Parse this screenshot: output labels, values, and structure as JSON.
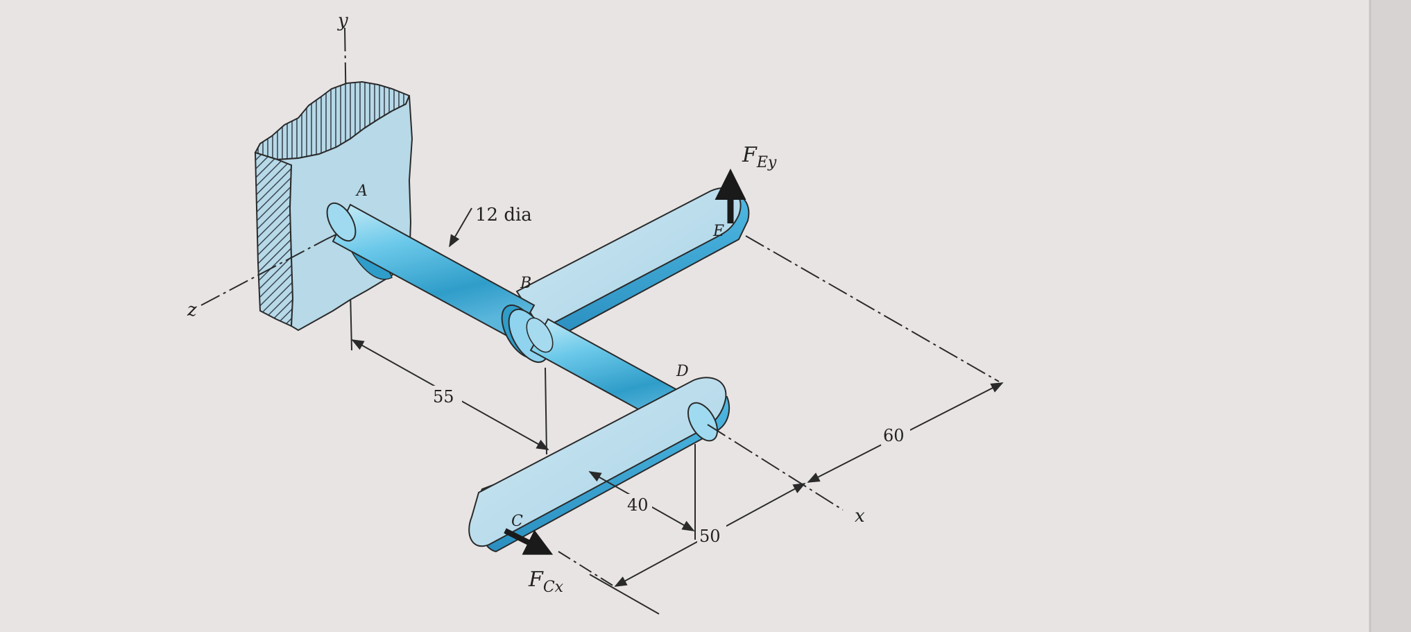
{
  "figure": {
    "axes": {
      "x": "x",
      "y": "y",
      "z": "z"
    },
    "points": {
      "A": "A",
      "B": "B",
      "C": "C",
      "D": "D",
      "E": "E"
    },
    "shaft_label": "12 dia",
    "forces": {
      "F_Ey": {
        "main": "F",
        "sub": "Ey"
      },
      "F_Cx": {
        "main": "F",
        "sub": "Cx"
      }
    },
    "dimensions": {
      "d55": "55",
      "d40": "40",
      "d50": "50",
      "d60": "60"
    },
    "colors": {
      "background": "#e9e4e4",
      "monitor_frame": "#d8d3d3",
      "part_light": "#b9dceb",
      "part_mid": "#6cc4e3",
      "part_dark": "#2f9dc9",
      "wall": "#b7d9e8",
      "hatch": "#3a4652",
      "line": "#2a2a2a"
    }
  }
}
